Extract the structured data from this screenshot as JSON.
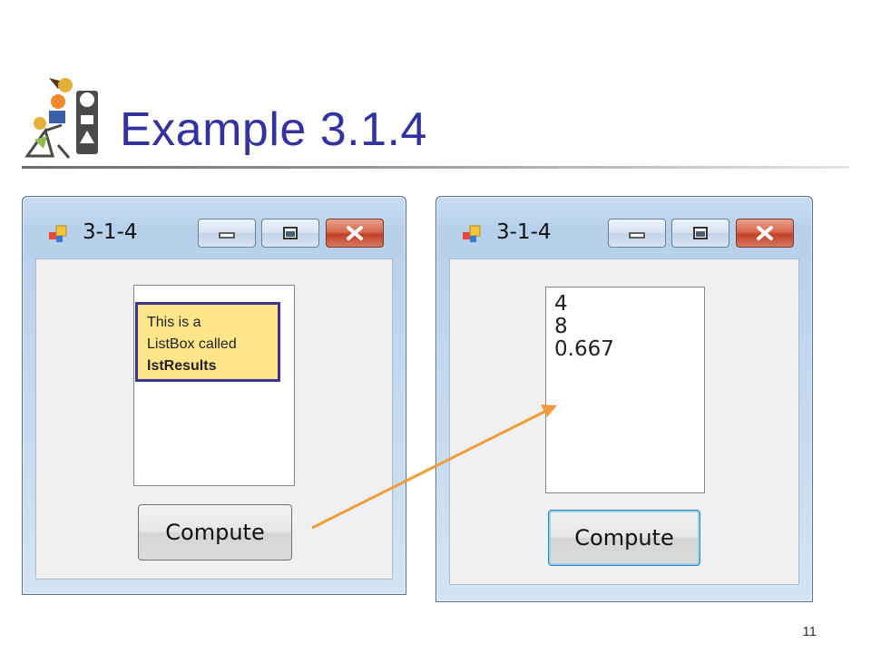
{
  "slide": {
    "title": "Example 3.1.4",
    "page_number": "11"
  },
  "window_before": {
    "title": "3-1-4",
    "button_label": "Compute",
    "list_items": []
  },
  "window_after": {
    "title": "3-1-4",
    "button_label": "Compute",
    "list_items": [
      "4",
      "8",
      "0.667"
    ]
  },
  "callout": {
    "line1": "This is a",
    "line2": "ListBox called",
    "line3": "lstResults"
  },
  "colors": {
    "title": "#3333a0",
    "callout_fill": "#ffe58a",
    "callout_border": "#3b3490",
    "arrow": "#f29a3c"
  }
}
